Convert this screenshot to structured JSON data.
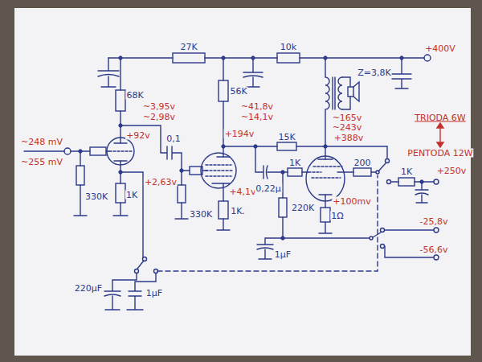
{
  "diagram": {
    "labels": [
      "27K",
      "10k",
      "+400V",
      "68K",
      "~3,95v",
      "~2,98v",
      "~248 mV",
      "~255 mV",
      "+92v",
      "330K",
      "1K",
      "+2,63v",
      "0,1",
      "56K",
      "~41,8v",
      "~14,1v",
      "+194v",
      "330K",
      "+4,1v",
      "1K.",
      "15K",
      "0,22µ",
      "1K",
      "220K",
      "1Ω",
      "+100mv",
      "1µF",
      "Z=3,8K",
      "~165v",
      "~243v",
      "+388v",
      "200",
      "TRIODA 6W",
      "PENTODA 12W",
      "+250v",
      "1K",
      "-25,8v",
      "-56,6v",
      "220µF",
      "1µF"
    ]
  }
}
